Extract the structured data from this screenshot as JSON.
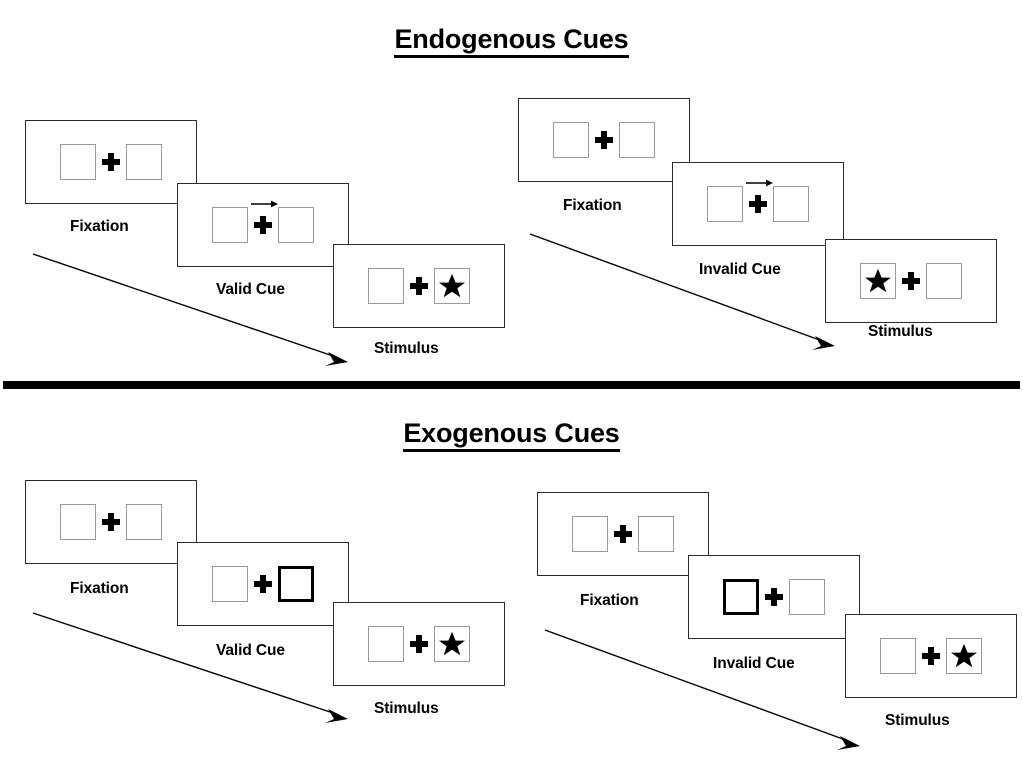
{
  "figure": {
    "title_endogenous": "Endogenous Cues",
    "title_exogenous": "Exogenous Cues",
    "accent_color": "#000000",
    "box_border_color": "#9a9a9a",
    "cued_box_border_color": "#000000",
    "frame_border_color": "#2b2b2b",
    "star_color": "#000000"
  },
  "labels": {
    "fixation": "Fixation",
    "valid_cue": "Valid Cue",
    "invalid_cue": "Invalid Cue",
    "stimulus": "Stimulus"
  },
  "sections": [
    {
      "id": "endogenous",
      "title": "Endogenous Cues",
      "cue_type": "central-arrow",
      "sequences": [
        {
          "id": "endogenous-valid",
          "validity": "valid",
          "frames": [
            {
              "name": "fixation",
              "label": "Fixation",
              "left_box": "empty",
              "right_box": "empty",
              "center": "plus",
              "cue": "none"
            },
            {
              "name": "valid-cue",
              "label": "Valid Cue",
              "left_box": "empty",
              "right_box": "empty",
              "center": "plus",
              "cue": "arrow-right"
            },
            {
              "name": "stimulus",
              "label": "Stimulus",
              "left_box": "empty",
              "right_box": "star",
              "center": "plus",
              "cue": "none"
            }
          ]
        },
        {
          "id": "endogenous-invalid",
          "validity": "invalid",
          "frames": [
            {
              "name": "fixation",
              "label": "Fixation",
              "left_box": "empty",
              "right_box": "empty",
              "center": "plus",
              "cue": "none"
            },
            {
              "name": "invalid-cue",
              "label": "Invalid Cue",
              "left_box": "empty",
              "right_box": "empty",
              "center": "plus",
              "cue": "arrow-right"
            },
            {
              "name": "stimulus",
              "label": "Stimulus",
              "left_box": "star",
              "right_box": "empty",
              "center": "plus",
              "cue": "none"
            }
          ]
        }
      ]
    },
    {
      "id": "exogenous",
      "title": "Exogenous Cues",
      "cue_type": "peripheral-box-flash",
      "sequences": [
        {
          "id": "exogenous-valid",
          "validity": "valid",
          "frames": [
            {
              "name": "fixation",
              "label": "Fixation",
              "left_box": "empty",
              "right_box": "empty",
              "center": "plus",
              "cue": "none"
            },
            {
              "name": "valid-cue",
              "label": "Valid Cue",
              "left_box": "empty",
              "right_box": "cued",
              "center": "plus",
              "cue": "right-box-highlight"
            },
            {
              "name": "stimulus",
              "label": "Stimulus",
              "left_box": "empty",
              "right_box": "star",
              "center": "plus",
              "cue": "none"
            }
          ]
        },
        {
          "id": "exogenous-invalid",
          "validity": "invalid",
          "frames": [
            {
              "name": "fixation",
              "label": "Fixation",
              "left_box": "empty",
              "right_box": "empty",
              "center": "plus",
              "cue": "none"
            },
            {
              "name": "invalid-cue",
              "label": "Invalid Cue",
              "left_box": "cued",
              "right_box": "empty",
              "center": "plus",
              "cue": "left-box-highlight"
            },
            {
              "name": "stimulus",
              "label": "Stimulus",
              "left_box": "empty",
              "right_box": "star",
              "center": "plus",
              "cue": "none"
            }
          ]
        }
      ]
    }
  ]
}
